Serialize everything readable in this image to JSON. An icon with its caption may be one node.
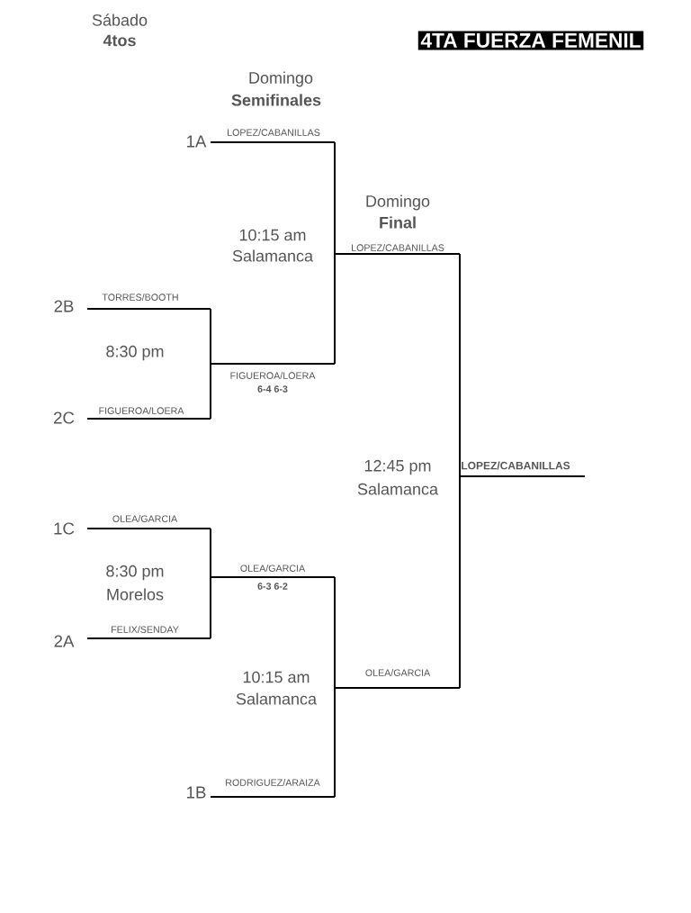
{
  "diagram": {
    "title": "4TA FUERZA FEMENIL",
    "labels": [
      "Sábado",
      "4tos",
      "Domingo",
      "Semifinales",
      "LOPEZ/CABANILLAS",
      "1A",
      "Domingo",
      "Final",
      "10:15 am",
      "Salamanca",
      "LOPEZ/CABANILLAS",
      "TORRES/BOOTH",
      "2B",
      "8:30 pm",
      "FIGUEROA/LOERA",
      "6-4 6-3",
      "FIGUEROA/LOERA",
      "2C",
      "12:45 pm",
      "Salamanca",
      "LOPEZ/CABANILLAS",
      "OLEA/GARCIA",
      "1C",
      "8:30 pm",
      "Morelos",
      "OLEA/GARCIA",
      "6-3 6-2",
      "FELIX/SENDAY",
      "2A",
      "10:15 am",
      "OLEA/GARCIA",
      "Salamanca",
      "RODRIGUEZ/ARAIZA",
      "1B"
    ]
  }
}
